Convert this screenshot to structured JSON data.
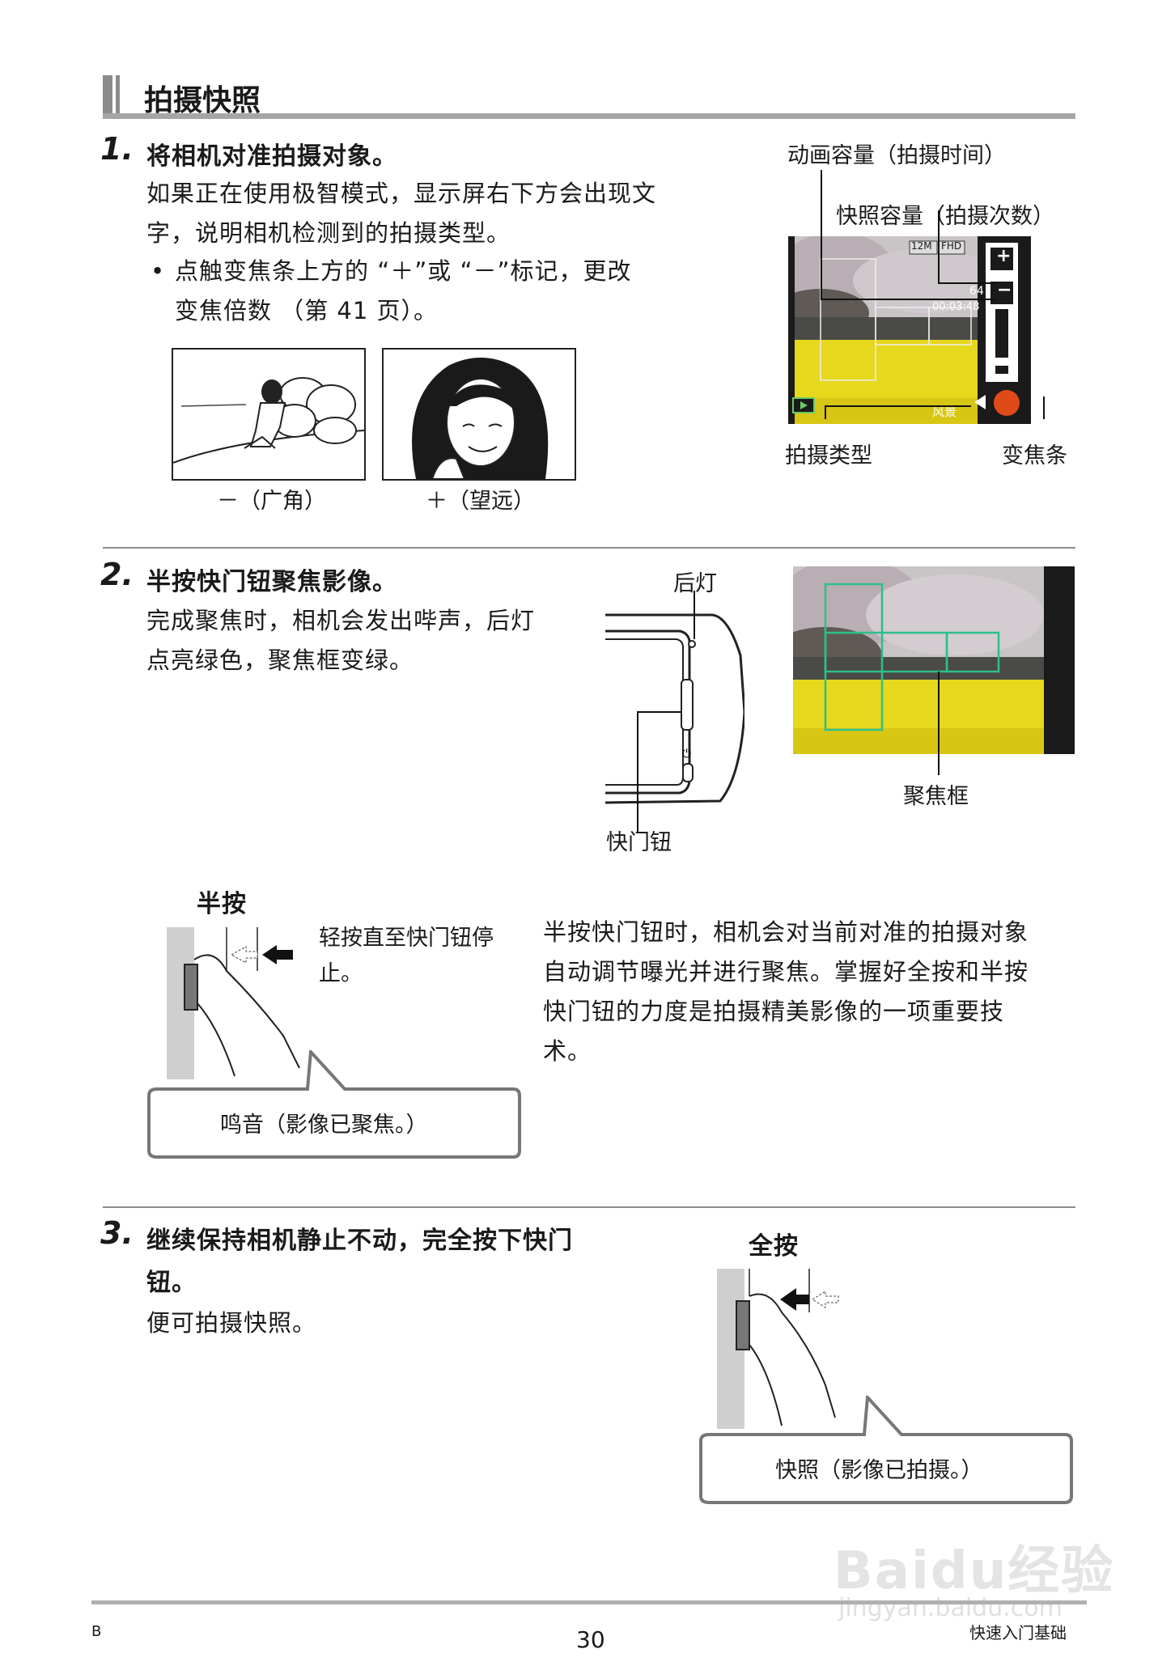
{
  "section_title": "拍摄快照",
  "step1": {
    "number": "1.",
    "title": "将相机对准拍摄对象。",
    "body_line1": "如果正在使用极智模式，显示屏右下方会出现文",
    "body_line2": "字，说明相机检测到的拍摄类型。",
    "bullet_mark": "•",
    "bullet_line1": "点触变焦条上方的 “＋”或 “－”标记，更改",
    "bullet_line2": "变焦倍数 （第 41 页）。",
    "wide_caption": "－（广角）",
    "tele_caption": "＋（望远）",
    "screen": {
      "label_movie_capacity": "动画容量（拍摄时间）",
      "label_snapshot_capacity": "快照容量（拍摄次数）",
      "label_scene_type": "拍摄类型",
      "label_zoom_bar": "变焦条",
      "badge_size": "12M",
      "badge_quality": "FHD",
      "count": "64",
      "time": "00:03:48",
      "scene_text": "风景",
      "zoom_plus": "+",
      "zoom_minus": "−"
    }
  },
  "step2": {
    "number": "2.",
    "title": "半按快门钮聚焦影像。",
    "body_line1": "完成聚焦时，相机会发出哔声，后灯",
    "body_line2": "点亮绿色，聚焦框变绿。",
    "label_back_lamp": "后灯",
    "label_shutter": "快门钮",
    "label_focus_frame": "聚焦框",
    "half_press_title": "半按",
    "half_press_desc1": "轻按直至快门钮停",
    "half_press_desc2": "止。",
    "beep_bubble": "鸣音（影像已聚焦。）",
    "explain_line1": "半按快门钮时，相机会对当前对准的拍摄对象",
    "explain_line2": "自动调节曝光并进行聚焦。掌握好全按和半按",
    "explain_line3": "快门钮的力度是拍摄精美影像的一项重要技",
    "explain_line4": "术。"
  },
  "step3": {
    "number": "3.",
    "title_line1": "继续保持相机静止不动，完全按下快门",
    "title_line2": "钮。",
    "body": "便可拍摄快照。",
    "full_press_title": "全按",
    "shot_bubble": "快照（影像已拍摄。）"
  },
  "footer": {
    "left": "B",
    "page_number": "30",
    "right": "快速入门基础",
    "watermark_main": "Baidu经验",
    "watermark_sub": "jingyan.baidu.com"
  },
  "colors": {
    "section_bar": "#8c8c8c",
    "focus_frame": "#2fbf8a",
    "rape_flowers": "#e6d81c",
    "zoom_bar": "#1a1a1a",
    "record_button": "#e04a18"
  }
}
